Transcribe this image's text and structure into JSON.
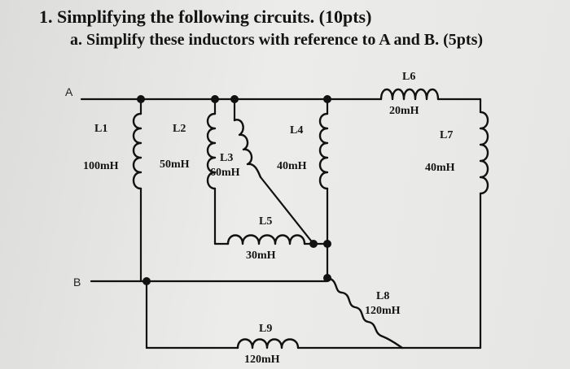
{
  "question": {
    "title": "1. Simplifying the following circuits. (10pts)",
    "subtitle": "a. Simplify these inductors with reference to A and B. (5pts)"
  },
  "terminals": {
    "a": "A",
    "b": "B"
  },
  "inductors": [
    {
      "id": "L1",
      "name": "L1",
      "value": "100mH"
    },
    {
      "id": "L2",
      "name": "L2",
      "value": "50mH"
    },
    {
      "id": "L3",
      "name": "L3",
      "value": "60mH"
    },
    {
      "id": "L4",
      "name": "L4",
      "value": "40mH"
    },
    {
      "id": "L5",
      "name": "L5",
      "value": "30mH"
    },
    {
      "id": "L6",
      "name": "L6",
      "value": "20mH"
    },
    {
      "id": "L7",
      "name": "L7",
      "value": "40mH"
    },
    {
      "id": "L8",
      "name": "L8",
      "value": "120mH"
    },
    {
      "id": "L9",
      "name": "L9",
      "value": "120mH"
    }
  ]
}
